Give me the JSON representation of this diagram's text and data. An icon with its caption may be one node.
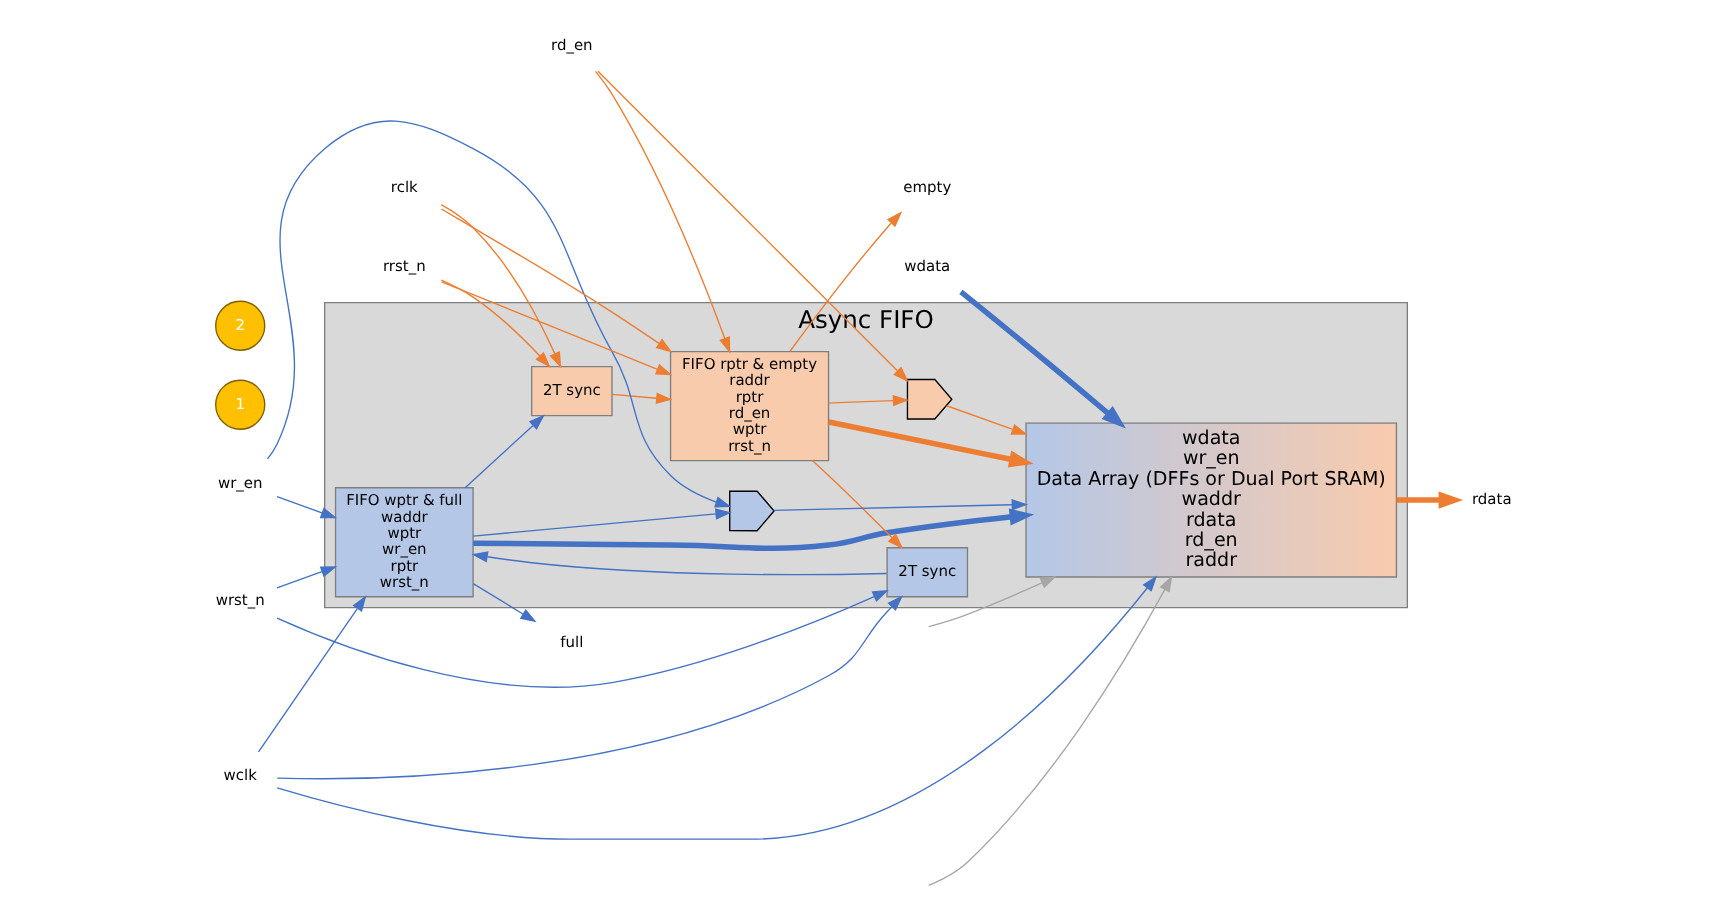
{
  "diagram": {
    "nodes": [
      {
        "text": [
          "Async FIFO"
        ]
      },
      {
        "text": [
          "wdata",
          "wr_en",
          "Data Array (DFFs or Dual Port SRAM)",
          "waddr",
          "rdata",
          "rd_en",
          "raddr"
        ],
        "in": 0
      },
      {
        "text": [
          "FIFO wptr & full",
          "waddr",
          "wptr",
          "wr_en",
          "rptr",
          "wrst_n"
        ],
        "in": 0
      },
      {
        "text": [
          "FIFO rptr & empty",
          "raddr",
          "rptr",
          "rd_en",
          "wptr",
          "rrst_n"
        ],
        "in": 0
      },
      {
        "text": [],
        "shape": "gate",
        "in": 0
      },
      {
        "text": [],
        "shape": "gate",
        "in": 0
      },
      {
        "text": [
          "2T sync"
        ],
        "in": 0
      },
      {
        "text": [
          "2T sync"
        ],
        "in": 0
      },
      {
        "text": [
          "wdata"
        ]
      },
      {
        "text": [
          "full"
        ]
      },
      {
        "text": [
          "wr_en"
        ]
      },
      {
        "text": [
          "wclk"
        ]
      },
      {
        "text": [
          "wrst_n"
        ]
      },
      {
        "text": [
          "rdata"
        ]
      },
      {
        "text": [
          "empty"
        ]
      },
      {
        "text": [
          "rd_en"
        ]
      },
      {
        "text": [
          "rclk"
        ]
      },
      {
        "text": [
          "rrst_n"
        ]
      },
      {
        "text": [
          "1"
        ]
      },
      {
        "text": [
          "2"
        ]
      }
    ],
    "edges": [
      {
        "from": 8,
        "to": 1,
        "arrow": "to",
        "style": "thick"
      },
      {
        "from": 2,
        "to": 9,
        "arrow": "to"
      },
      {
        "from": 2,
        "to": 4,
        "arrow": "to"
      },
      {
        "from": 10,
        "to": 4,
        "arrow": "to"
      },
      {
        "from": 4,
        "to": 1,
        "arrow": "to"
      },
      {
        "from": 10,
        "to": 2,
        "arrow": "to"
      },
      {
        "from": 2,
        "to": 1,
        "arrow": "to",
        "style": "thick"
      },
      {
        "from": 2,
        "to": 7,
        "arrow": "to"
      },
      {
        "from": 6,
        "to": 2,
        "arrow": "to"
      },
      {
        "from": 11,
        "to": 2,
        "arrow": "to"
      },
      {
        "from": 11,
        "to": 6,
        "arrow": "to"
      },
      {
        "from": 11,
        "to": 1,
        "arrow": "to"
      },
      {
        "from": 12,
        "to": 2,
        "arrow": "to"
      },
      {
        "from": 12,
        "to": 6,
        "arrow": "to"
      },
      {
        "from": 1,
        "to": 13,
        "arrow": "to",
        "style": "thick",
        "color": "#ed7d31"
      },
      {
        "from": 3,
        "to": 14,
        "arrow": "to",
        "color": "#ed7d31"
      },
      {
        "from": 3,
        "to": 5,
        "arrow": "to",
        "color": "#ed7d31"
      },
      {
        "from": 15,
        "to": 5,
        "arrow": "to",
        "color": "#ed7d31"
      },
      {
        "from": 5,
        "to": 1,
        "arrow": "to",
        "color": "#ed7d31"
      },
      {
        "from": 15,
        "to": 3,
        "arrow": "to",
        "color": "#ed7d31"
      },
      {
        "from": 3,
        "to": 1,
        "arrow": "to",
        "style": "thick",
        "color": "#ed7d31"
      },
      {
        "from": 3,
        "to": 6,
        "arrow": "to",
        "color": "#ed7d31"
      },
      {
        "from": 7,
        "to": 3,
        "arrow": "to",
        "color": "#ed7d31"
      },
      {
        "from": 16,
        "to": 3,
        "arrow": "to",
        "color": "#ed7d31"
      },
      {
        "from": 16,
        "to": 7,
        "arrow": "to",
        "color": "#ed7d31"
      },
      {
        "from": 17,
        "to": 3,
        "arrow": "to",
        "color": "#ed7d31"
      },
      {
        "from": 17,
        "to": 7,
        "arrow": "to",
        "color": "#ed7d31"
      },
      {
        "from": null,
        "to": 1,
        "arrow": "to",
        "color": "#a6a6a6"
      },
      {
        "from": null,
        "to": 1,
        "arrow": "to",
        "color": "#a6a6a6"
      }
    ]
  }
}
